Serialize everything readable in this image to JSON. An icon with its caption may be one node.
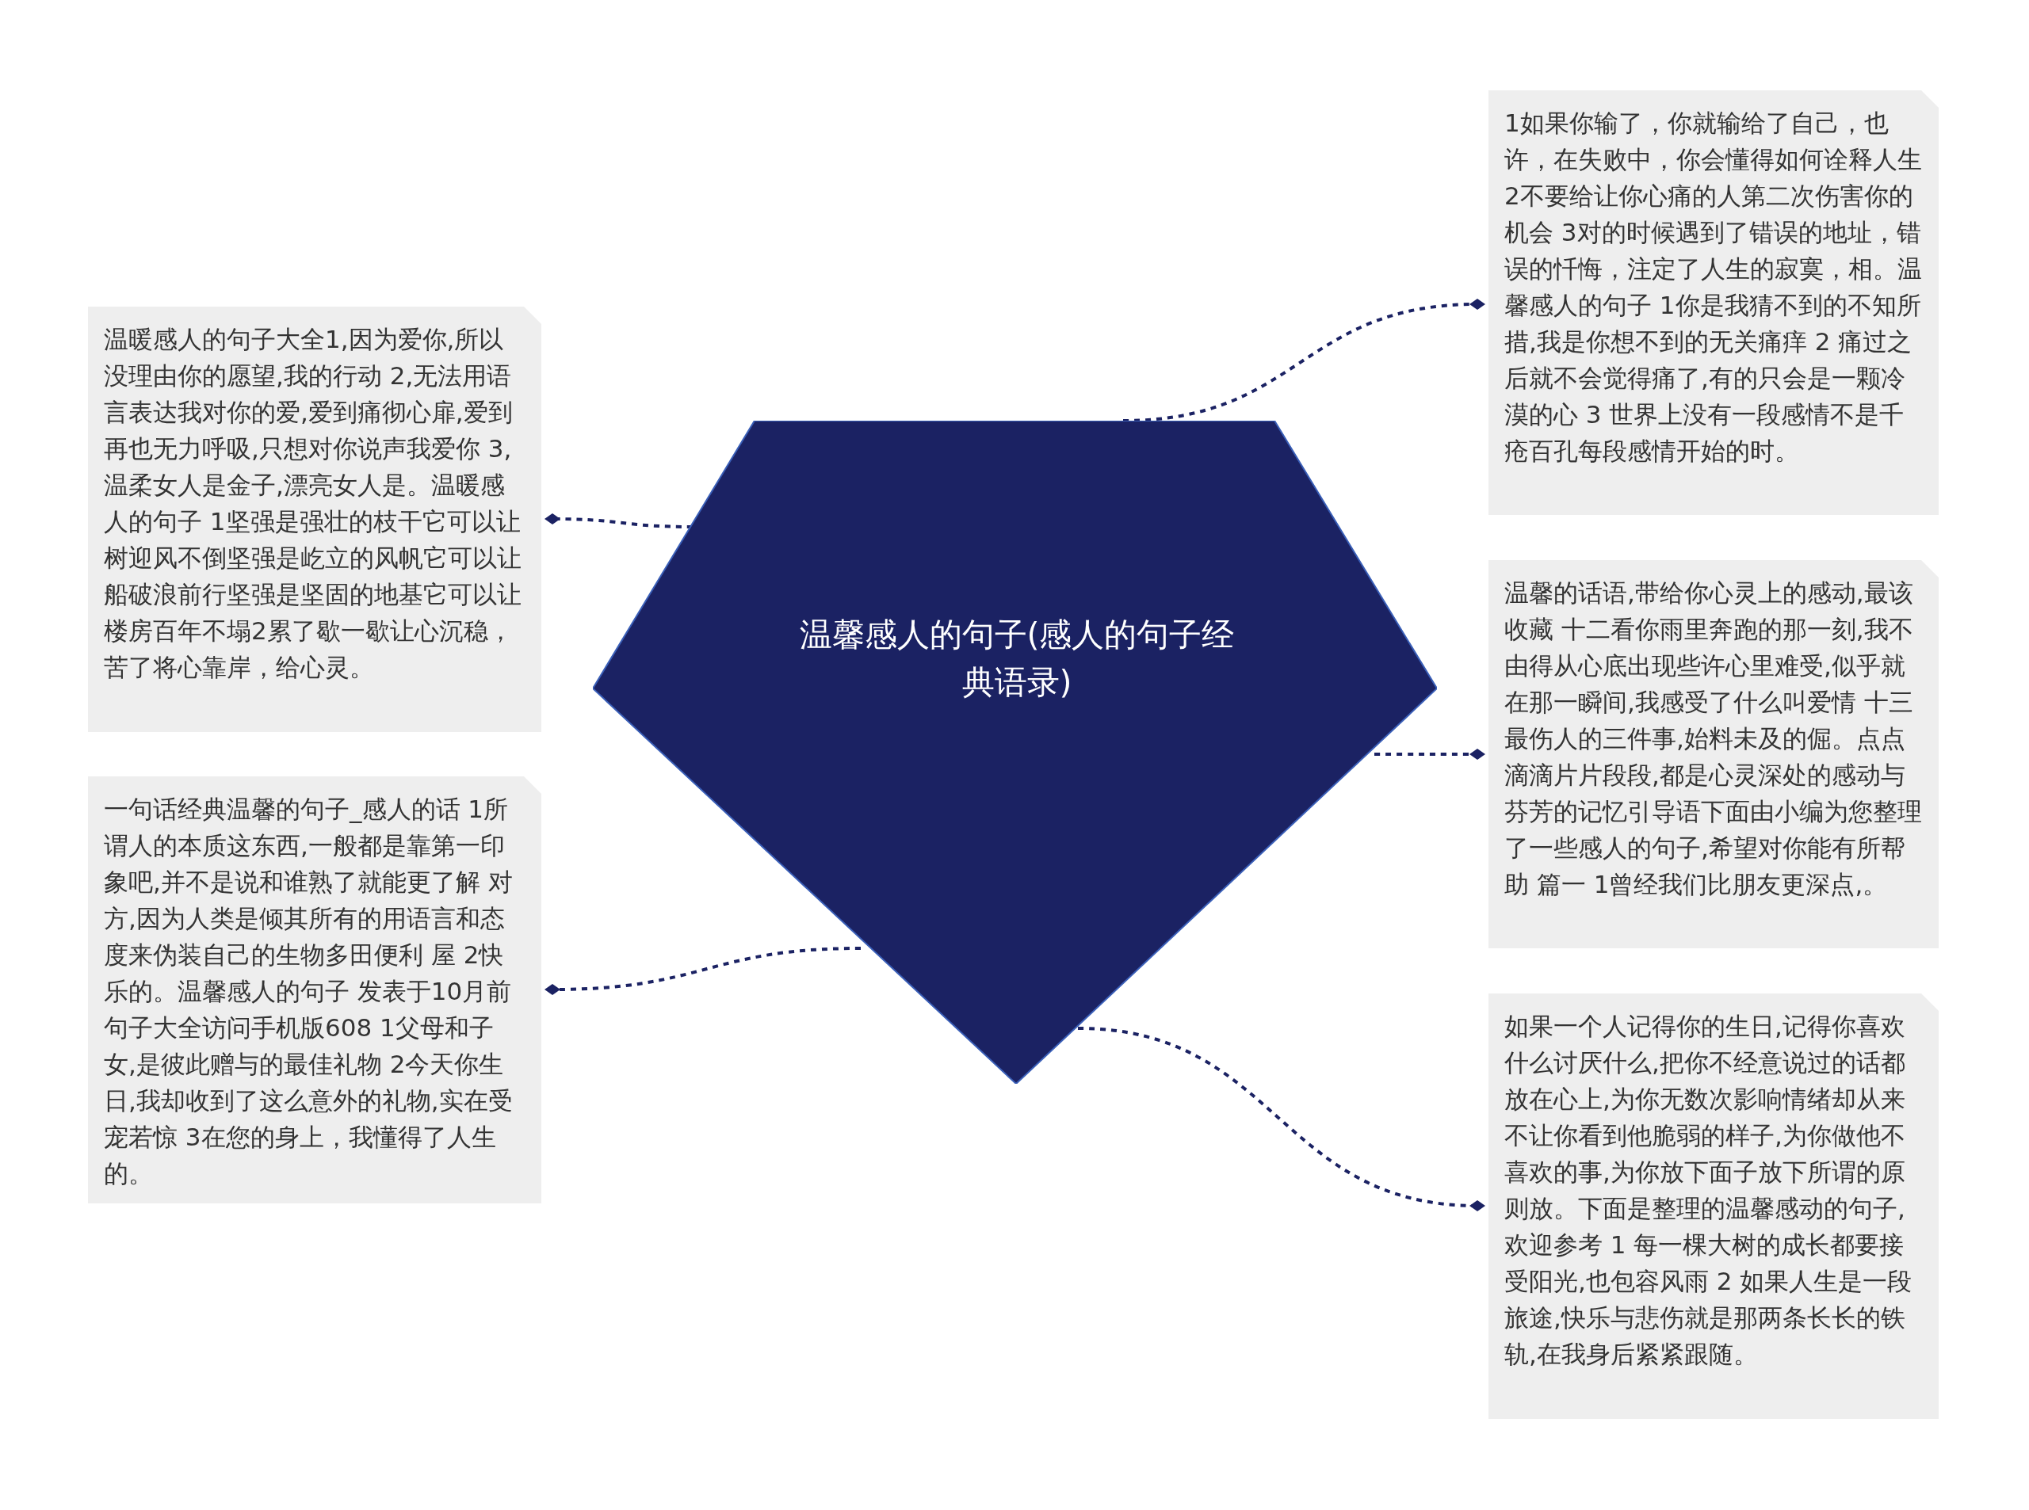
{
  "diagram": {
    "nodes": [
      {
        "text": [
          "温馨感人的句子(感人的句子经典语录)"
        ]
      },
      {
        "text": [
          "温暖感人的句子大全1,因为爱你,所以没理由你的愿望,我的行动 2,无法用语言表达我对你的爱,爱到痛彻心扉,爱到再也无力呼吸,只想对你说声我爱你 3,温柔女人是金子,漂亮女人是。温暖感人的句子 1坚强是强壮的枝干它可以让树迎风不倒坚强是屹立的风帆它可以让船破浪前行坚强是坚固的地基它可以让楼房百年不塌2累了歇一歇让心沉稳，苦了将心靠岸，给心灵。"
        ]
      },
      {
        "text": [
          "一句话经典温馨的句子_感人的话 1所谓人的本质这东西,一般都是靠第一印象吧,并不是说和谁熟了就能更了解 对方,因为人类是倾其所有的用语言和态度来伪装自己的生物多田便利 屋 2快乐的。温馨感人的句子 发表于10月前句子大全访问手机版608 1父母和子女,是彼此赠与的最佳礼物 2今天你生日,我却收到了这么意外的礼物,实在受宠若惊 3在您的身上，我懂得了人生的。"
        ]
      },
      {
        "text": [
          "1如果你输了，你就输给了自己，也许，在失败中，你会懂得如何诠释人生2不要给让你心痛的人第二次伤害你的机会 3对的时候遇到了错误的地址，错误的忏悔，注定了人生的寂寞，相。温馨感人的句子 1你是我猜不到的不知所措,我是你想不到的无关痛痒 2 痛过之后就不会觉得痛了,有的只会是一颗冷漠的心 3 世界上没有一段感情不是千疮百孔每段感情开始的时。"
        ]
      },
      {
        "text": [
          "温馨的话语,带给你心灵上的感动,最该收藏 十二看你雨里奔跑的那一刻,我不由得从心底出现些许心里难受,似乎就在那一瞬间,我感受了什么叫爱情 十三最伤人的三件事,始料未及的倔。点点滴滴片片段段,都是心灵深处的感动与芬芳的记忆引导语下面由小编为您整理了一些感人的句子,希望对你能有所帮助 篇一 1曾经我们比朋友更深点,。"
        ]
      },
      {
        "text": [
          "如果一个人记得你的生日,记得你喜欢什么讨厌什么,把你不经意说过的话都放在心上,为你无数次影响情绪却从来不让你看到他脆弱的样子,为你做他不喜欢的事,为你放下面子放下所谓的原则放。下面是整理的温馨感动的句子,欢迎参考 1 每一棵大树的成长都要接受阳光,也包容风雨 2 如果人生是一段旅途,快乐与悲伤就是那两条长长的铁轨,在我身后紧紧跟随。"
        ]
      }
    ],
    "edges": [
      {
        "from": 0,
        "to": 1,
        "arrow": "other",
        "style": "dashed"
      },
      {
        "from": 0,
        "to": 2,
        "arrow": "other",
        "style": "dashed"
      },
      {
        "from": 0,
        "to": 3,
        "arrow": "other",
        "style": "dashed"
      },
      {
        "from": 0,
        "to": 4,
        "arrow": "other",
        "style": "dashed"
      },
      {
        "from": 0,
        "to": 5,
        "arrow": "other",
        "style": "dashed"
      }
    ]
  }
}
